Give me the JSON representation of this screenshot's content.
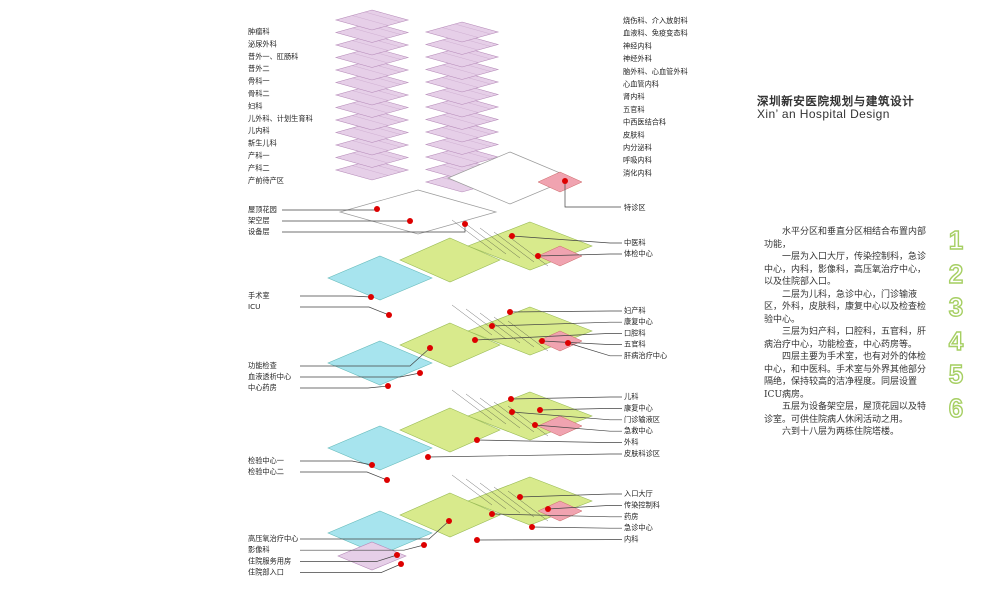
{
  "title": {
    "cn": "深圳新安医院规划与建筑设计",
    "en": "Xin’ an Hospital Design"
  },
  "colors": {
    "pink": "#e6cfe8",
    "green": "#d8ea8c",
    "cyan": "#a7e4ee",
    "red_area": "#f0a3b0",
    "dot": "#dd0000",
    "step_outline": "#a6cf63"
  },
  "tower_left_labels": [
    "肿瘤科",
    "泌尿外科",
    "普外一、肛肠科",
    "普外二",
    "骨科一",
    "骨科二",
    "妇科",
    "儿外科、计划生育科",
    "儿内科",
    "新生儿科",
    "产科一",
    "产科二",
    "产前待产区"
  ],
  "tower_right_labels": [
    "烧伤科、介入放射科",
    "血液科、免疫变态科",
    "神经内科",
    "神经外科",
    "脑外科、心血管外科",
    "心血管内科",
    "肾内科",
    "五官科",
    "中西医结合科",
    "皮肤科",
    "内分泌科",
    "呼吸内科",
    "消化内科"
  ],
  "roof_labels": [
    "屋顶花园",
    "架空层",
    "设备层"
  ],
  "special": "特诊区",
  "floor5_right": [
    "中医科",
    "体检中心"
  ],
  "floor4_left": [
    "手术室",
    "ICU"
  ],
  "floor3_right": [
    "妇产科",
    "康复中心",
    "口腔科",
    "五官科",
    "肝病治疗中心"
  ],
  "floor3_left": [
    "功能检查",
    "血液透析中心",
    "中心药房"
  ],
  "floor2_right": [
    "儿科",
    "康复中心",
    "门诊输液区",
    "急救中心",
    "外科",
    "皮肤科诊区"
  ],
  "floor2_left": [
    "检验中心一",
    "检验中心二"
  ],
  "floor1_right": [
    "入口大厅",
    "传染控制科",
    "药房",
    "急诊中心",
    "内科"
  ],
  "floor1_left": [
    "高压氧治疗中心",
    "影像科",
    "住院服务用房",
    "住院部入口"
  ],
  "description": [
    "水平分区和垂直分区相结合布置内部功能，",
    "一层为入口大厅，传染控制科，急诊中心，内科，影像科，高压氧治疗中心，以及住院部入口。",
    "二层为儿科，急诊中心，门诊输液区，外科，皮肤科，康复中心以及检查检验中心。",
    "三层为妇产科，口腔科，五官科，肝病治疗中心，功能检查，中心药房等。",
    "四层主要为手术室，也有对外的体检中心，和中医科。手术室与外界其他部分隔绝，保持较高的洁净程度。同层设置ICU病房。",
    "五层为设备架空层，屋顶花园以及特诊室。可供住院病人休闲活动之用。",
    "六到十八层为两栋住院塔楼。"
  ],
  "steps": [
    "1",
    "2",
    "3",
    "4",
    "5",
    "6"
  ]
}
